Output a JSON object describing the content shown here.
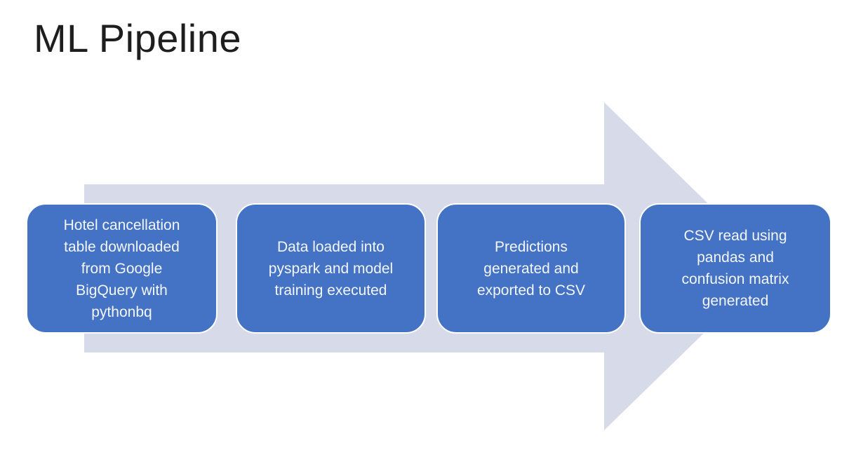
{
  "slide": {
    "title": "ML Pipeline"
  },
  "colors": {
    "background": "#FFFFFF",
    "title_text": "#1E1E1E",
    "arrow_fill": "#D7DBE9",
    "box_fill": "#4472C4",
    "box_border": "#FFFFFF",
    "box_text": "#F4F7FC"
  },
  "diagram": {
    "type": "process-flow",
    "arrow_direction": "right",
    "steps": [
      {
        "label": "Hotel cancellation\ntable downloaded\nfrom Google\nBigQuery with\npythonbq"
      },
      {
        "label": "Data loaded into\npyspark and model\ntraining executed"
      },
      {
        "label": "Predictions\ngenerated and\nexported to CSV"
      },
      {
        "label": "CSV read using\npandas and\nconfusion matrix\ngenerated"
      }
    ]
  }
}
